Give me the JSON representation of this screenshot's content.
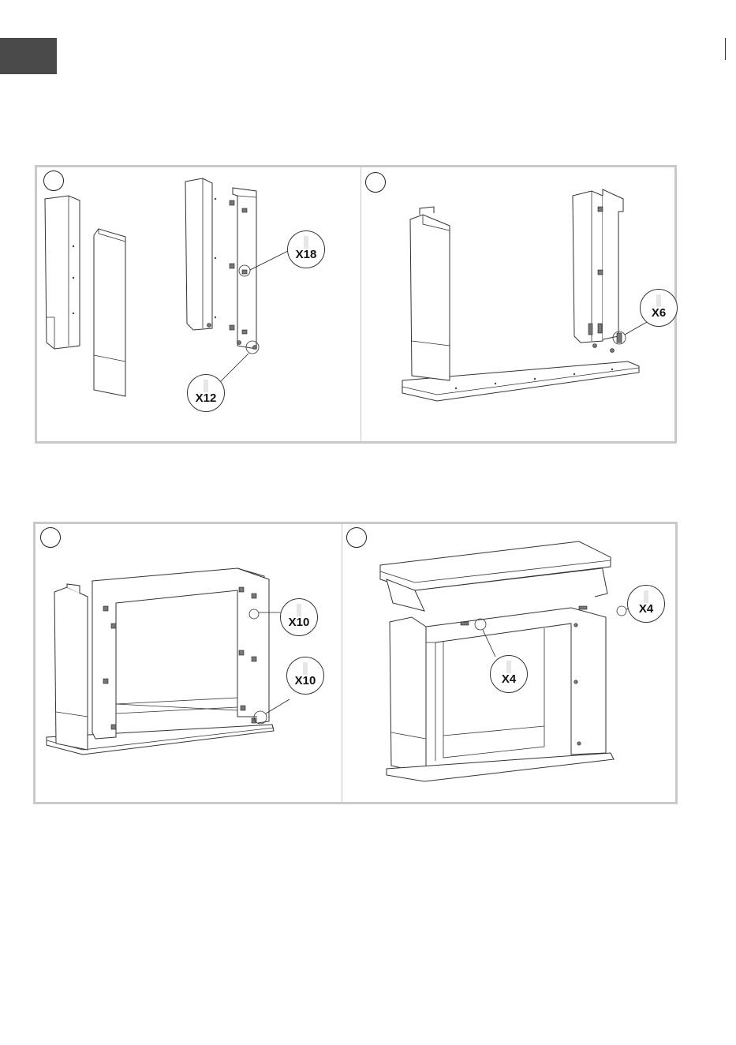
{
  "page": {
    "background": "#ffffff",
    "header_tab_color": "#4a4a4a",
    "frame_color": "#c9c9c9"
  },
  "panels": [
    {
      "callouts": [
        {
          "qty": "X18"
        },
        {
          "qty": "X12"
        }
      ]
    },
    {
      "callouts": [
        {
          "qty": "X6"
        }
      ]
    },
    {
      "callouts": [
        {
          "qty": "X10"
        },
        {
          "qty": "X10"
        }
      ]
    },
    {
      "callouts": [
        {
          "qty": "X4"
        },
        {
          "qty": "X4"
        }
      ]
    }
  ]
}
